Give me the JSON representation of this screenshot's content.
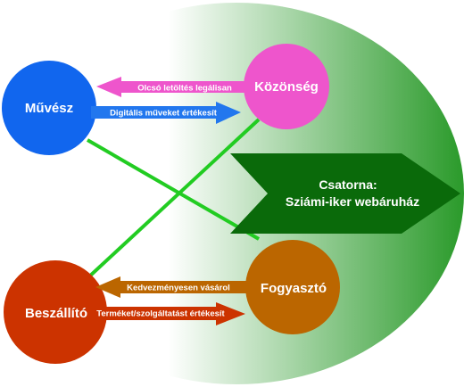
{
  "colors": {
    "ellipse_light": "#ffffff",
    "ellipse_dark": "#2a9a2a",
    "connector": "#22cc22",
    "artist": "#1166ee",
    "audience": "#ee55cc",
    "supplier": "#cc3300",
    "consumer": "#bb6600",
    "channel": "#0a6a0a",
    "arrow_pink": "#ee55cc",
    "arrow_blue": "#2277ee",
    "arrow_brown": "#bb6600",
    "arrow_red": "#cc3300"
  },
  "nodes": {
    "artist": {
      "label": "Művész"
    },
    "audience": {
      "label": "Közönség"
    },
    "supplier": {
      "label": "Beszállító"
    },
    "consumer": {
      "label": "Fogyasztó"
    }
  },
  "arrows": {
    "cheap_download": {
      "label": "Olcsó letöltés legálisan"
    },
    "digital_sale": {
      "label": "Digitális műveket értékesít"
    },
    "discount_buy": {
      "label": "Kedvezményesen vásárol"
    },
    "rate_products": {
      "label": "Terméket/szolgáltatást értékesít"
    }
  },
  "channel": {
    "line1": "Csatorna:",
    "line2": "Sziámi-iker webáruház"
  }
}
